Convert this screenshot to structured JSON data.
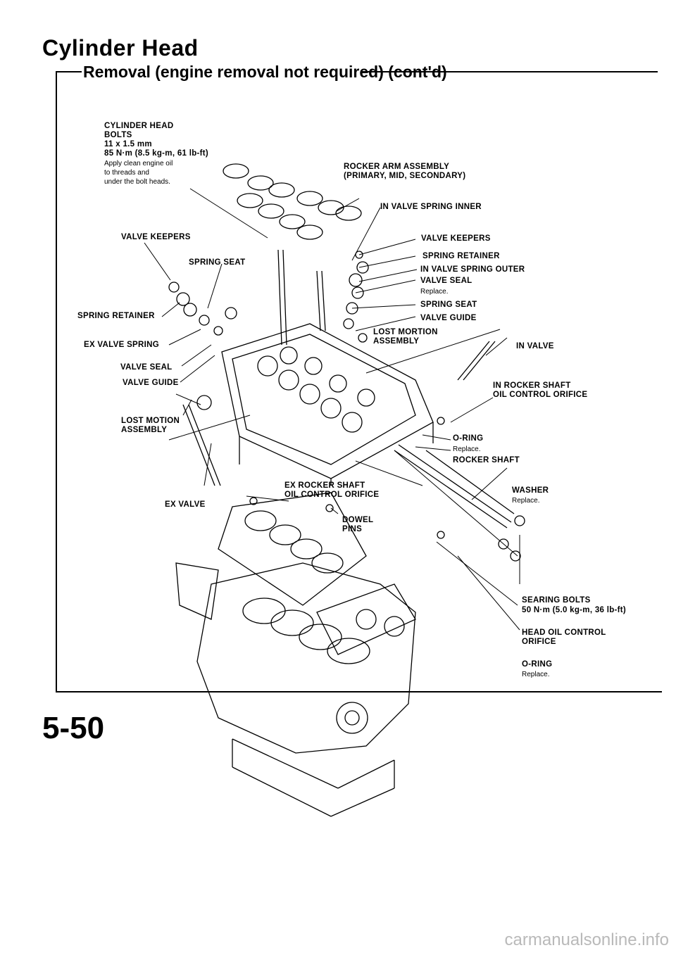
{
  "header": {
    "title": "Cylinder Head",
    "section": "Removal (engine removal not required) (cont'd)"
  },
  "labels": {
    "head_bolts": "CYLINDER HEAD",
    "head_bolts_2": "BOLTS",
    "head_bolts_3": "11 x 1.5 mm",
    "head_bolts_4": "85 N·m (8.5 kg-m, 61 lb-ft)",
    "head_bolts_5": "Apply clean engine oil",
    "head_bolts_6": "to threads and",
    "head_bolts_7": "under the bolt heads.",
    "rocker_assy": "ROCKER ARM ASSEMBLY",
    "rocker_assy_2": "(PRIMARY, MID, SECONDARY)",
    "in_spring_inner": "IN VALVE SPRING INNER",
    "valve_keepers_l": "VALVE KEEPERS",
    "valve_keepers_r": "VALVE KEEPERS",
    "spring_seat_l": "SPRING SEAT",
    "spring_retainer_r": "SPRING RETAINER",
    "in_spring_outer": "IN VALVE SPRING OUTER",
    "valve_seal_r": "VALVE SEAL",
    "replace_1": "Replace.",
    "spring_seat_r": "SPRING SEAT",
    "spring_retainer_l": "SPRING RETAINER",
    "valve_guide_r": "VALVE GUIDE",
    "lost_motion_r": "LOST MORTION",
    "lost_motion_r_2": "ASSEMBLY",
    "ex_valve_spring": "EX VALVE SPRING",
    "in_valve": "IN VALVE",
    "valve_seal_l": "VALVE SEAL",
    "valve_guide_l": "VALVE GUIDE",
    "in_rocker_orifice": "IN ROCKER SHAFT",
    "in_rocker_orifice_2": "OIL CONTROL ORIFICE",
    "lost_motion_l": "LOST MOTION",
    "lost_motion_l_2": "ASSEMBLY",
    "o_ring_1": "O-RING",
    "replace_2": "Replace.",
    "rocker_shaft": "ROCKER SHAFT",
    "ex_rocker_orifice": "EX ROCKER SHAFT",
    "ex_rocker_orifice_2": "OIL CONTROL ORIFICE",
    "washer": "WASHER",
    "replace_3": "Replace.",
    "ex_valve": "EX VALVE",
    "dowel_pins": "DOWEL",
    "dowel_pins_2": "PINS",
    "bearing_bolts": "SEARING BOLTS",
    "bearing_bolts_2": "50 N·m (5.0 kg-m, 36 lb-ft)",
    "head_orifice": "HEAD OIL CONTROL",
    "head_orifice_2": "ORIFICE",
    "o_ring_2": "O-RING",
    "replace_4": "Replace."
  },
  "footer": {
    "page_number": "5-50",
    "watermark": "carmanualsonline.info"
  }
}
